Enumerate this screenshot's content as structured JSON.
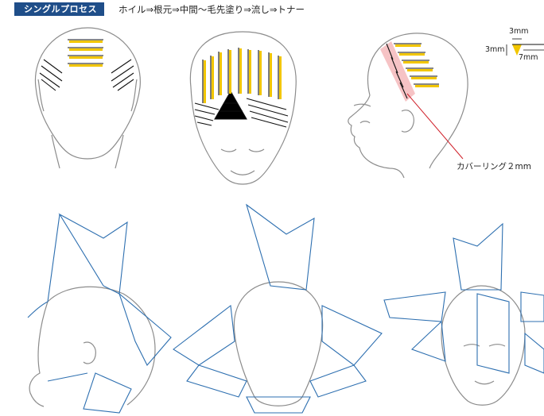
{
  "header": {
    "badge": "シングルプロセス",
    "process": "ホイル⇒根元⇒中間〜毛先塗り⇒流し⇒トナー"
  },
  "legend": {
    "width_top": "3mm",
    "height_left": "3mm",
    "length": "7mm"
  },
  "callout": {
    "label": "カバーリング２mm"
  },
  "colors": {
    "badge_bg": "#1f4e89",
    "foil_dot": "#f2c600",
    "covering_band": "#f4b8bb",
    "callout_line": "#d0202a",
    "section_lines": "#2d6fb0",
    "head_outline": "#8c8c8c"
  }
}
